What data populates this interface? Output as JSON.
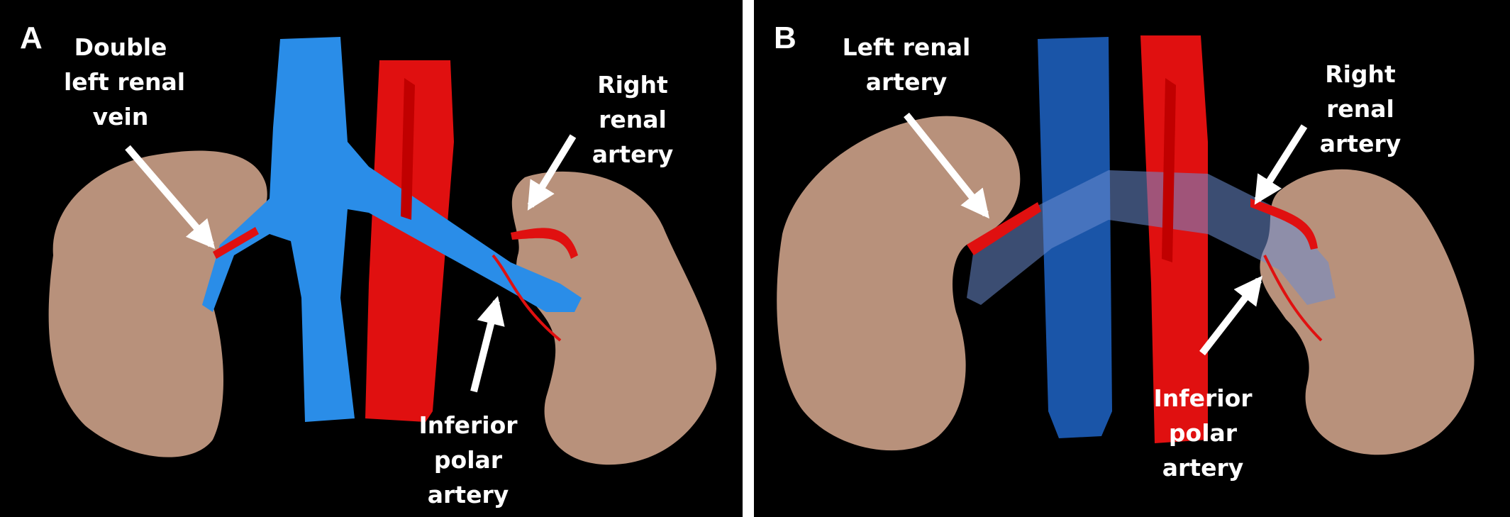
{
  "colors": {
    "kidney": "#b8917b",
    "vein": "#2a8de8",
    "artery": "#e01010",
    "background": "#000000",
    "label": "#ffffff"
  },
  "panel_a": {
    "letter": "A",
    "labels": {
      "double_left_renal_vein": [
        "Double",
        "left renal",
        "vein"
      ],
      "right_renal_artery": [
        "Right",
        "renal",
        "artery"
      ],
      "inferior_polar_artery": [
        "Inferior",
        "polar",
        "artery"
      ]
    }
  },
  "panel_b": {
    "letter": "B",
    "labels": {
      "left_renal_artery": [
        "Left renal",
        "artery"
      ],
      "right_renal_artery": [
        "Right",
        "renal",
        "artery"
      ],
      "inferior_polar_artery": [
        "Inferior",
        "polar",
        "artery"
      ]
    }
  }
}
